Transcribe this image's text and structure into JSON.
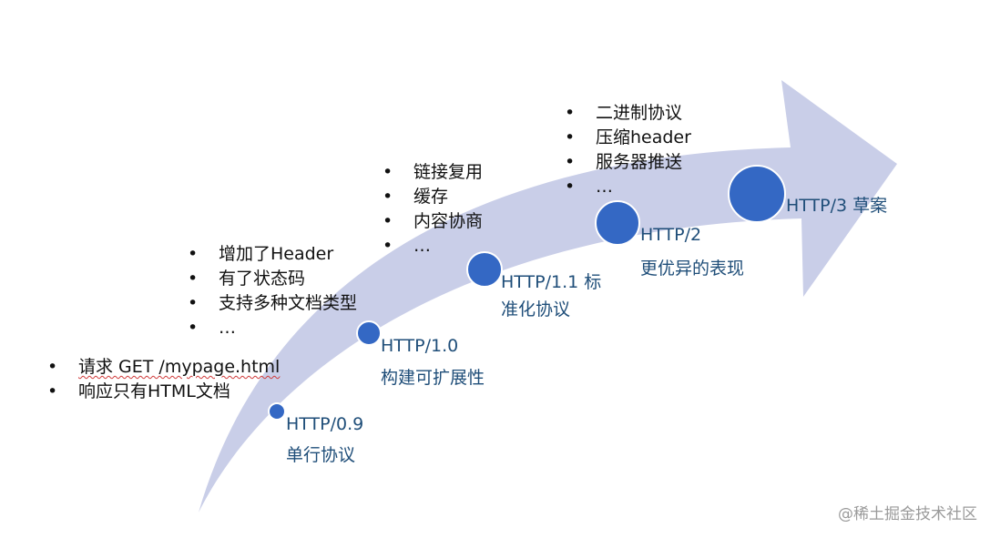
{
  "stages": [
    {
      "version": "HTTP/0.9",
      "description": "单行协议",
      "features": [
        "请求 GET /mypage.html",
        "响应只有HTML文档"
      ]
    },
    {
      "version": "HTTP/1.0",
      "description": "构建可扩展性",
      "features": [
        "增加了Header",
        "有了状态码",
        "支持多种文档类型",
        "…"
      ]
    },
    {
      "version": "HTTP/1.1 标准化协议",
      "description": "",
      "features": [
        "链接复用",
        "缓存",
        "内容协商",
        "…"
      ]
    },
    {
      "version": "HTTP/2",
      "description": "更优异的表现",
      "features": [
        "二进制协议",
        "压缩header",
        "服务器推送",
        "…"
      ]
    },
    {
      "version": "HTTP/3 草案",
      "description": "",
      "features": []
    }
  ],
  "colors": {
    "arrow": "#c9cee8",
    "node": "#3468c4",
    "node_stroke": "#ffffff",
    "label": "#1f4e79"
  },
  "watermark": "@稀土掘金技术社区"
}
